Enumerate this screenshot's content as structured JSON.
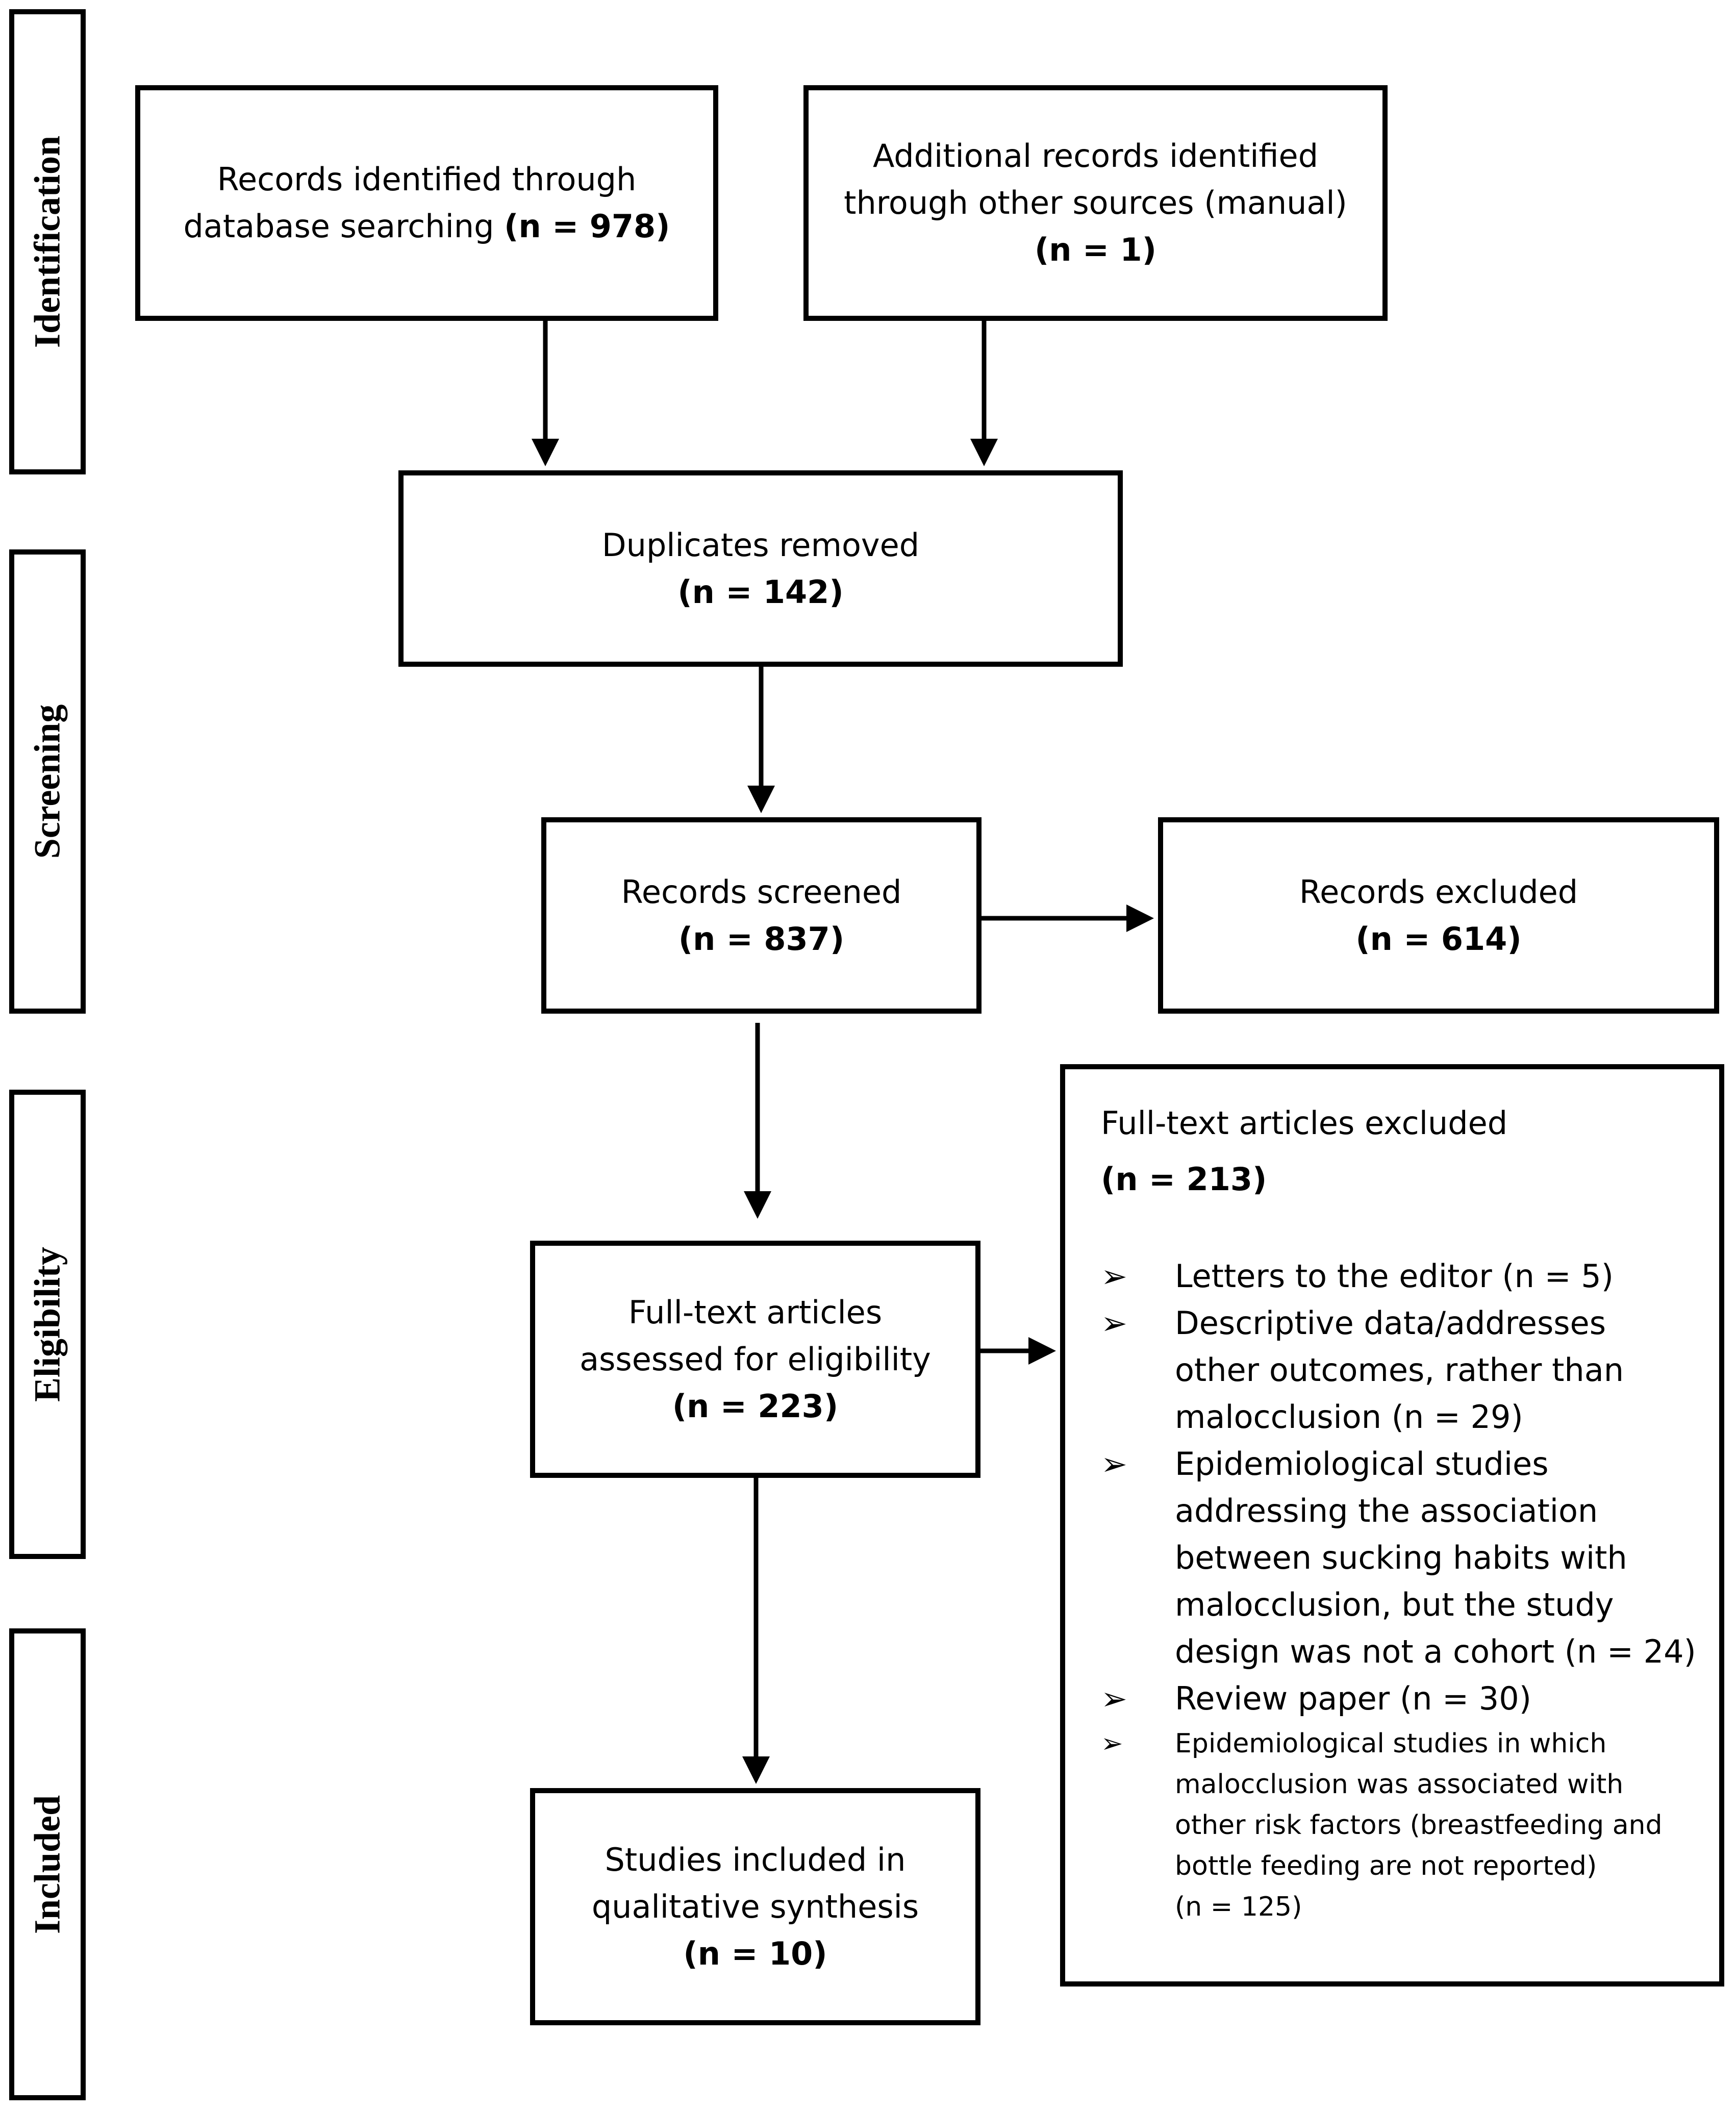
{
  "phases": {
    "identification": "Identification",
    "screening": "Screening",
    "eligibility": "Eligibility",
    "included": "Included"
  },
  "boxes": {
    "database": {
      "lines": [
        "Records identified through",
        "database searching"
      ],
      "n": "(n = 978)"
    },
    "other_sources": {
      "lines": [
        "Additional records identified",
        "through other sources (manual)"
      ],
      "n": "(n = 1)"
    },
    "duplicates": {
      "lines": [
        "Duplicates removed"
      ],
      "n": "(n = 142)"
    },
    "screened": {
      "lines": [
        "Records screened"
      ],
      "n": "(n = 837)"
    },
    "excluded": {
      "lines": [
        "Records excluded"
      ],
      "n": "(n = 614)"
    },
    "fulltext": {
      "lines": [
        "Full-text articles",
        "assessed for eligibility"
      ],
      "n": "(n = 223)"
    },
    "included": {
      "lines": [
        "Studies included in",
        "qualitative synthesis"
      ],
      "n": "(n = 10)"
    }
  },
  "fulltext_excluded": {
    "title": "Full-text articles excluded",
    "n": "(n = 213)",
    "bullet_glyph": "➢",
    "items": [
      {
        "lines": [
          "Letters to the editor (n = 5)"
        ]
      },
      {
        "lines": [
          "Descriptive data/addresses",
          "other outcomes, rather than",
          "malocclusion (n = 29)"
        ]
      },
      {
        "lines": [
          "Epidemiological studies",
          "addressing the association",
          "between sucking habits with",
          "malocclusion, but the study",
          "design was not a cohort (n = 24)"
        ]
      },
      {
        "lines": [
          "Review paper (n = 30)"
        ]
      },
      {
        "lines": [
          "Epidemiological studies in which",
          "malocclusion was associated with",
          "other risk factors (breastfeeding and",
          "bottle feeding are not reported)",
          "(n = 125)"
        ]
      }
    ]
  }
}
